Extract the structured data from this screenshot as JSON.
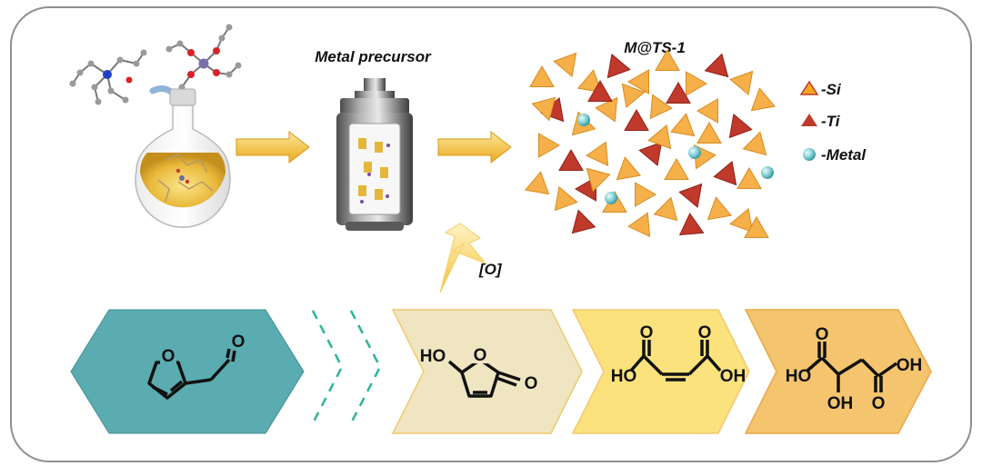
{
  "labels": {
    "precursor_title": "Metal precursor",
    "product_title": "M@TS-1",
    "oxidant": "[O]"
  },
  "legend": [
    {
      "icon": "orange-triangle",
      "label": "-Si",
      "color": "#f5a623"
    },
    {
      "icon": "red-triangle",
      "label": "-Ti",
      "color": "#c0392b"
    },
    {
      "icon": "teal-sphere",
      "label": "-Metal",
      "color": "#7fcfd4"
    }
  ],
  "molecules": {
    "hydroxyfuranone": {
      "o1": "O",
      "ho": "HO",
      "o2": "O"
    },
    "maleic_acid": {
      "ho": "HO",
      "o1": "O",
      "o2": "O",
      "oh": "OH"
    },
    "malic_acid": {
      "ho": "HO",
      "o1": "O",
      "o2": "O",
      "oh_mid": "OH",
      "oh_end": "OH"
    },
    "furfural": {
      "o_ring": "O",
      "o_ald": "O"
    }
  },
  "colors": {
    "furfural_chevron": "#5aacb1",
    "step1_chevron": "#efe6c1",
    "step2_chevron": "#fbe27c",
    "step3_chevron": "#f5c46e",
    "arrow": "#f3c431",
    "dash": "#2fb39a"
  }
}
